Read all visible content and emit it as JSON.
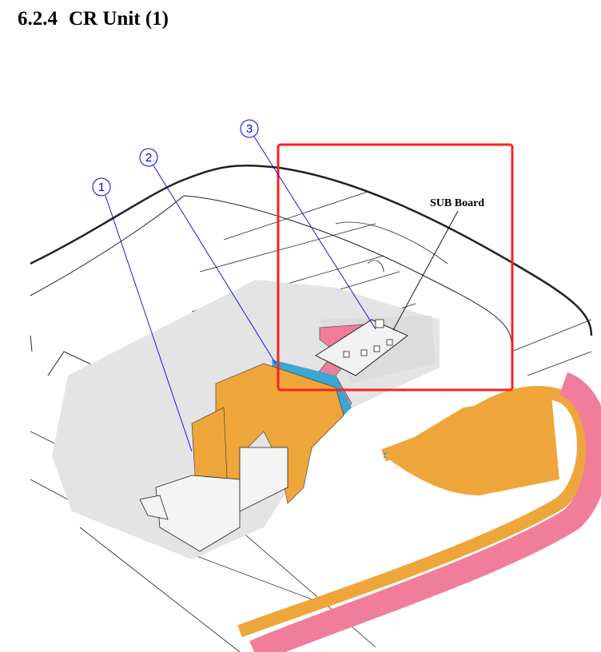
{
  "heading": {
    "number": "6.2.4",
    "text": "CR Unit (1)"
  },
  "callouts": [
    {
      "number": "1"
    },
    {
      "number": "2"
    },
    {
      "number": "3"
    }
  ],
  "labels": {
    "sub_board": "SUB Board"
  },
  "colors": {
    "highlight_box": "#ff2020",
    "callout": "#0000ee",
    "ffc_orange": "#eea63a",
    "ffc_pink": "#f07e9a",
    "ffc_blue": "#3aa6d2",
    "carriage_grey": "#e4e4e4"
  }
}
